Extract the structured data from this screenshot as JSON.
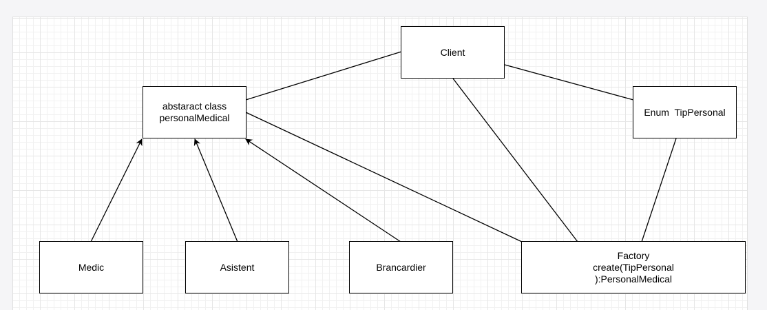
{
  "diagram": {
    "nodes": {
      "client": {
        "lines": [
          "Client"
        ]
      },
      "personal_medical": {
        "lines": [
          "abstaract class",
          "personalMedical"
        ]
      },
      "tip_personal": {
        "lines": [
          "Enum  TipPersonal"
        ]
      },
      "medic": {
        "lines": [
          "Medic"
        ]
      },
      "asistent": {
        "lines": [
          "Asistent"
        ]
      },
      "brancardier": {
        "lines": [
          "Brancardier"
        ]
      },
      "factory": {
        "lines": [
          "Factory",
          "create(TipPersonal",
          "):PersonalMedical"
        ]
      }
    },
    "edges": [
      {
        "from": "client",
        "to": "personal_medical",
        "type": "association"
      },
      {
        "from": "client",
        "to": "tip_personal",
        "type": "association"
      },
      {
        "from": "client",
        "to": "factory",
        "type": "association"
      },
      {
        "from": "personal_medical",
        "to": "factory",
        "type": "association"
      },
      {
        "from": "tip_personal",
        "to": "factory",
        "type": "association"
      },
      {
        "from": "medic",
        "to": "personal_medical",
        "type": "inheritance"
      },
      {
        "from": "asistent",
        "to": "personal_medical",
        "type": "inheritance"
      },
      {
        "from": "brancardier",
        "to": "personal_medical",
        "type": "inheritance"
      }
    ]
  }
}
